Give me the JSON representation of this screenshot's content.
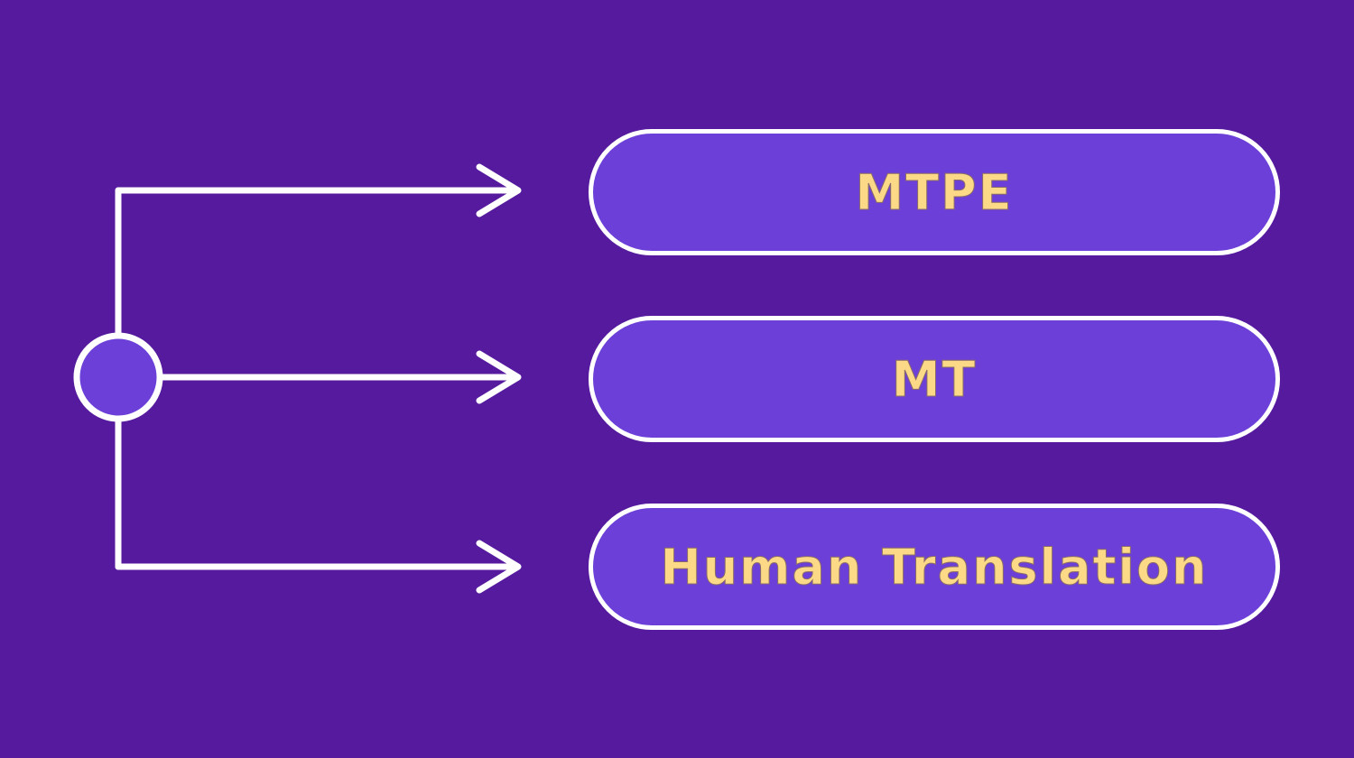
{
  "colors": {
    "background": "#551a9e",
    "node_fill": "#6c40d8",
    "text": "#fbd986",
    "stroke": "#ffffff"
  },
  "options": [
    {
      "label": "MTPE"
    },
    {
      "label": "MT"
    },
    {
      "label": "Human Translation"
    }
  ]
}
